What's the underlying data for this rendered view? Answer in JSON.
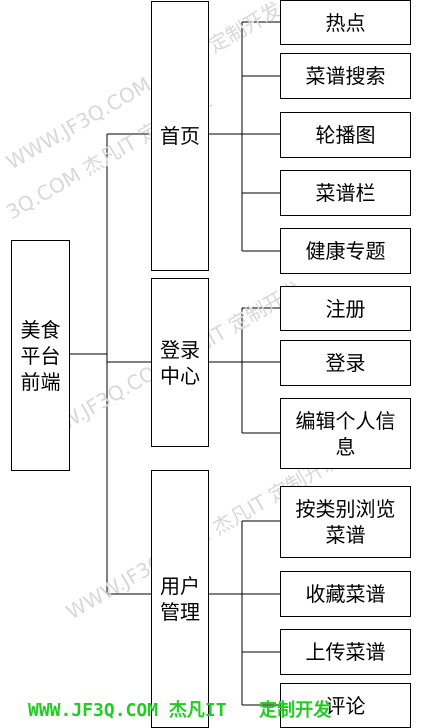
{
  "root": {
    "label": "美食\n平台\n前端"
  },
  "sections": [
    {
      "label": "首页",
      "items": [
        "热点",
        "菜谱搜索",
        "轮播图",
        "菜谱栏",
        "健康专题"
      ]
    },
    {
      "label": "登录\n中心",
      "items": [
        "注册",
        "登录",
        "编辑个人信\n息"
      ]
    },
    {
      "label": "用户\n管理",
      "items": [
        "按类别浏览\n菜谱",
        "收藏菜谱",
        "上传菜谱",
        "评论"
      ]
    }
  ],
  "watermark": {
    "lines": [
      "WWW.JF3Q.COM  杰凡IT  定制开发",
      "WWW.JF3Q.COM  杰凡IT  定制开发",
      "WWW.JF3Q.COM  杰凡IT  定制开发",
      "3Q.COM  杰凡IT  定制开发"
    ],
    "footer": "WWW.JF3Q.COM 杰凡IT   定制开发"
  }
}
